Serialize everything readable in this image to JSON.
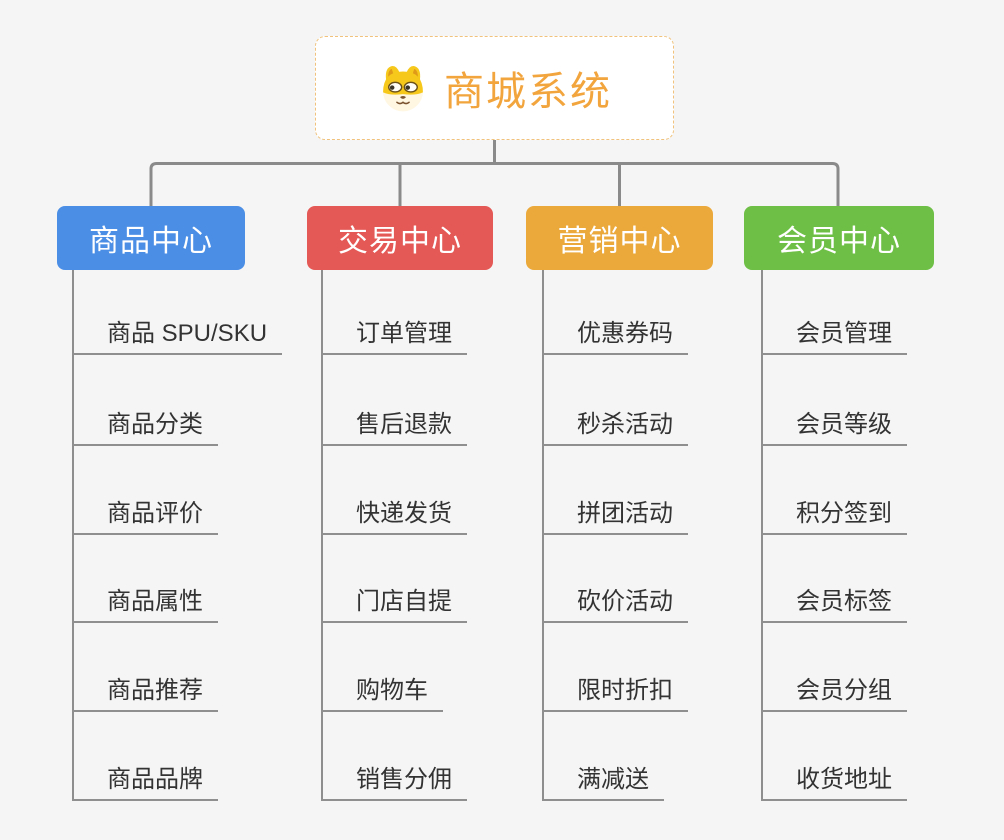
{
  "root": {
    "title": "商城系统",
    "title_color": "#f2a43d",
    "icon": "dog-face-icon",
    "border_color": "#f0c27c",
    "background": "#ffffff"
  },
  "branches": [
    {
      "label": "商品中心",
      "color": "#4a8ee6",
      "items": [
        "商品 SPU/SKU",
        "商品分类",
        "商品评价",
        "商品属性",
        "商品推荐",
        "商品品牌"
      ]
    },
    {
      "label": "交易中心",
      "color": "#e45855",
      "items": [
        "订单管理",
        "售后退款",
        "快递发货",
        "门店自提",
        "购物车",
        "销售分佣"
      ]
    },
    {
      "label": "营销中心",
      "color": "#eba93b",
      "items": [
        "优惠券码",
        "秒杀活动",
        "拼团活动",
        "砍价活动",
        "限时折扣",
        "满减送"
      ]
    },
    {
      "label": "会员中心",
      "color": "#6dbf45",
      "items": [
        "会员管理",
        "会员等级",
        "积分签到",
        "会员标签",
        "会员分组",
        "收货地址"
      ]
    }
  ],
  "style": {
    "background": "#f5f5f5",
    "connector_color": "#8a8a8a",
    "underline_color": "#8f8f8f",
    "leaf_text_color": "#333333"
  }
}
